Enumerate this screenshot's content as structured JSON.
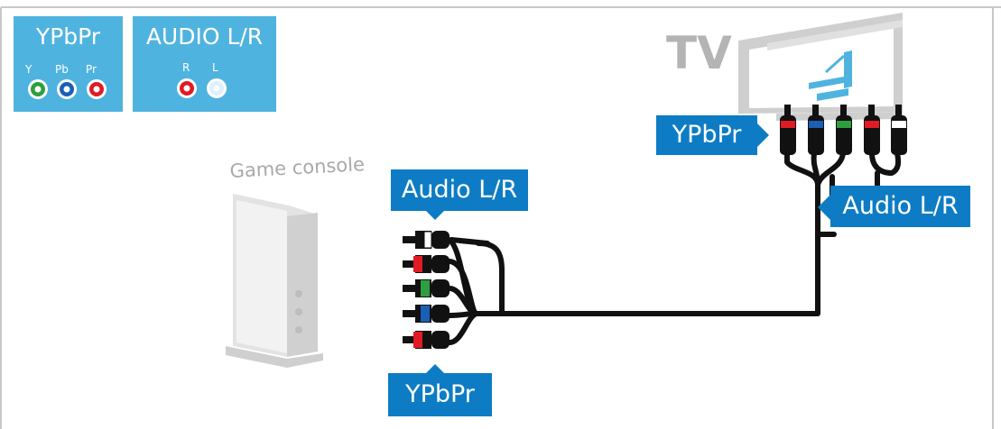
{
  "legend": {
    "ypbpr_title": "YPbPr",
    "audio_title": "AUDIO L/R",
    "jacks": [
      {
        "label": "Y",
        "color": "#2e9e3e"
      },
      {
        "label": "Pb",
        "color": "#1a5fb4"
      },
      {
        "label": "Pr",
        "color": "#e01b24"
      },
      {
        "label": "R",
        "color": "#e01b24"
      },
      {
        "label": "L",
        "color": "#ffffff"
      }
    ]
  },
  "tv": {
    "label": "TV"
  },
  "device": {
    "label": "Game console"
  },
  "tags": {
    "tv_ypbpr": "YPbPr",
    "tv_audio": "Audio L/R",
    "console_audio": "Audio L/R",
    "console_ypbpr": "YPbPr"
  },
  "colors": {
    "legend_bg": "#4fb3e0",
    "tag_bg": "#0d7cc4",
    "cable": "#111111",
    "green": "#2e9e3e",
    "blue": "#1a5fb4",
    "red": "#e01b24",
    "white": "#ffffff"
  }
}
